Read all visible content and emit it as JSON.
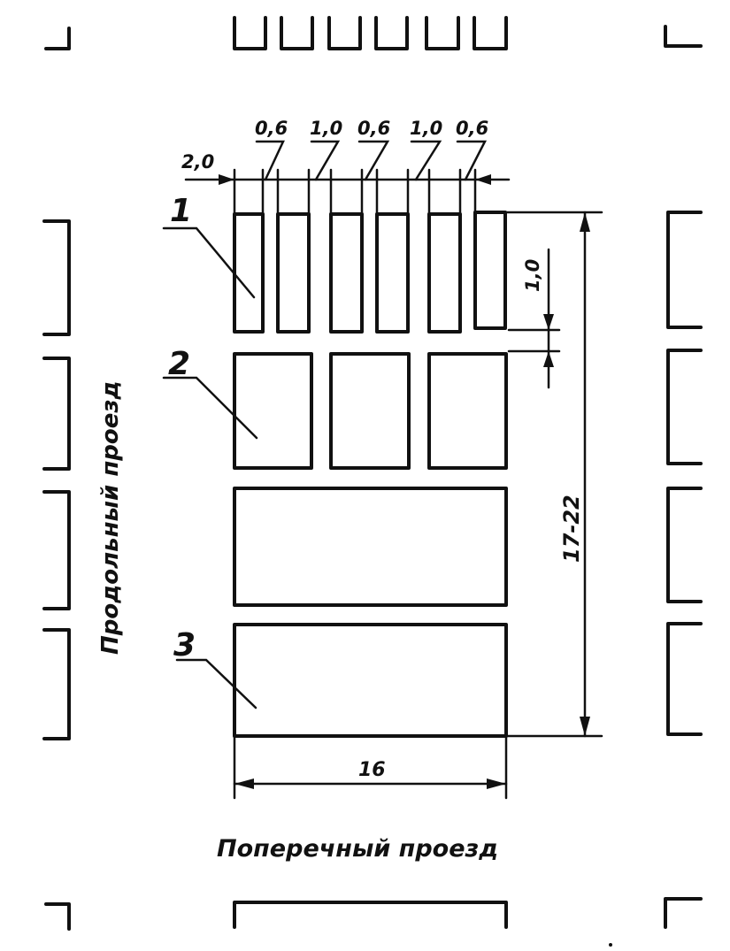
{
  "labels": {
    "longitudinal_passage": "Продольный проезд",
    "transverse_passage": "Поперечный проезд",
    "callout_1": "1",
    "callout_2": "2",
    "callout_3": "3"
  },
  "dimensions": {
    "left_gap": "2,0",
    "gap_a": "0,6",
    "gap_b": "1,0",
    "gap_c": "0,6",
    "gap_d": "1,0",
    "gap_e": "0,6",
    "row_gap": "1,0",
    "total_width": "16",
    "total_height": "17-22"
  },
  "colors": {
    "ink": "#111111",
    "paper": "#ffffff"
  }
}
